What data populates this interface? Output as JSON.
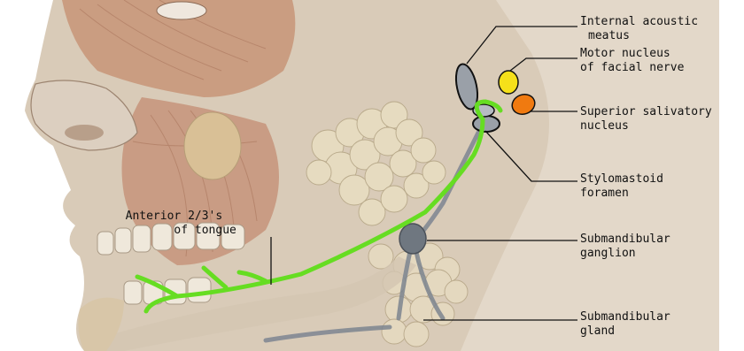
{
  "labels": {
    "internal_acoustic_meatus": [
      "Internal acoustic",
      "meatus"
    ],
    "motor_nucleus": [
      "Motor nucleus",
      "of facial nerve"
    ],
    "superior_salivatory": [
      "Superior salivatory",
      "nucleus"
    ],
    "stylomastoid": [
      "Stylomastoid",
      "foramen"
    ],
    "anterior_tongue": [
      "Anterior 2/3's",
      "of tongue"
    ],
    "submandibular_ganglion": [
      "Submandibular",
      "ganglion"
    ],
    "submandibular_gland": [
      "Submandibular",
      "gland"
    ]
  },
  "colors": {
    "nerve": "#66dd22",
    "motor_nucleus": "#f5e01a",
    "salivatory_nucleus": "#f07a10",
    "ganglion": "#707880",
    "skin": "#d8c9b6",
    "muscle": "#c9977a",
    "gland": "#e2d4b5",
    "background": "#ffffff"
  }
}
